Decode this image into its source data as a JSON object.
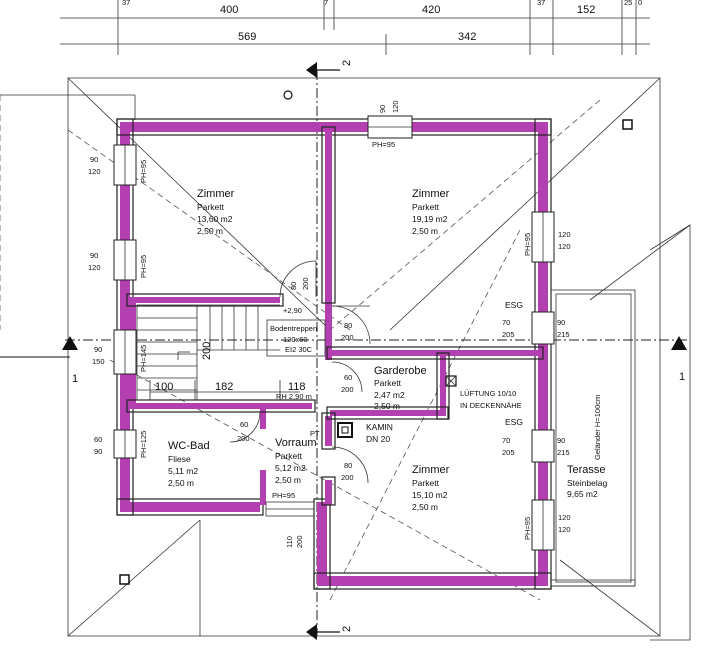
{
  "dimensions": {
    "top_row": [
      "37",
      "400",
      "7",
      "420",
      "37",
      "152",
      "25",
      "0"
    ],
    "second_row": [
      "569",
      "342"
    ]
  },
  "section_marks": {
    "top": "2",
    "bottom": "2",
    "left": "1",
    "right": "1"
  },
  "rooms": {
    "zimmer1": {
      "name": "Zimmer",
      "floor": "Parkett",
      "area": "13,60 m2",
      "height": "2,50 m"
    },
    "zimmer2": {
      "name": "Zimmer",
      "floor": "Parkett",
      "area": "19,19 m2",
      "height": "2,50 m"
    },
    "garderobe": {
      "name": "Garderobe",
      "floor": "Parkett",
      "area": "2,47 m2",
      "height": "2,50 m"
    },
    "wc_bad": {
      "name": "WC-Bad",
      "floor": "Fliese",
      "area": "5,11 m2",
      "height": "2,50 m"
    },
    "vorraum": {
      "name": "Vorraum",
      "floor": "Parkett",
      "area": "5,12 m2",
      "height": "2,50 m"
    },
    "zimmer3": {
      "name": "Zimmer",
      "floor": "Parkett",
      "area": "15,10 m2",
      "height": "2,50 m"
    },
    "terasse": {
      "name": "Terasse",
      "floor": "Steinbelag",
      "area": "9,65 m2"
    }
  },
  "openings": {
    "w_top": {
      "w": "90",
      "h": "120",
      "ph": "PH=95"
    },
    "w_left1": {
      "w": "90",
      "h": "120",
      "ph": "PH=95"
    },
    "w_left2": {
      "w": "90",
      "h": "120",
      "ph": "PH=95"
    },
    "w_left3": {
      "w": "90",
      "h": "150",
      "ph": "PH=145"
    },
    "w_left4": {
      "w": "60",
      "h": "90",
      "ph": "PH=125"
    },
    "w_right1": {
      "w": "120",
      "h": "120",
      "ph": "PH=95"
    },
    "w_right2": {
      "w": "120",
      "h": "120",
      "ph": "PH=95"
    },
    "d_esg1": {
      "label": "ESG",
      "w": "70",
      "h": "205",
      "w2": "90",
      "h2": "215"
    },
    "d_esg2": {
      "label": "ESG",
      "w": "70",
      "h": "205",
      "w2": "90",
      "h2": "215"
    },
    "d_stair": {
      "w": "80",
      "h": "200"
    },
    "d_zimmer2": {
      "w": "80",
      "h": "200"
    },
    "d_garderobe": {
      "w": "60",
      "h": "200"
    },
    "d_wc": {
      "w": "60",
      "h": "200"
    },
    "d_zimmer3": {
      "w": "80",
      "h": "200"
    },
    "d_entry": {
      "w": "110",
      "h": "200",
      "ph": "PH=95"
    }
  },
  "stair": {
    "level": "+2,90",
    "hatch_title": "Bodentreppen",
    "hatch_size": "120x60",
    "hatch_class": "EI2 30C",
    "rise": "200",
    "run1": "100",
    "run2": "182",
    "dim3": "118",
    "rh": "RH 2,90 m"
  },
  "misc": {
    "pt": "PT",
    "kamin": "KAMIN",
    "kamin_dn": "DN 20",
    "lueftung1": "LÜFTUNG 10/10",
    "lueftung2": "IN DECKENNÄHE",
    "gelaender": "Geländer H=100cm"
  }
}
